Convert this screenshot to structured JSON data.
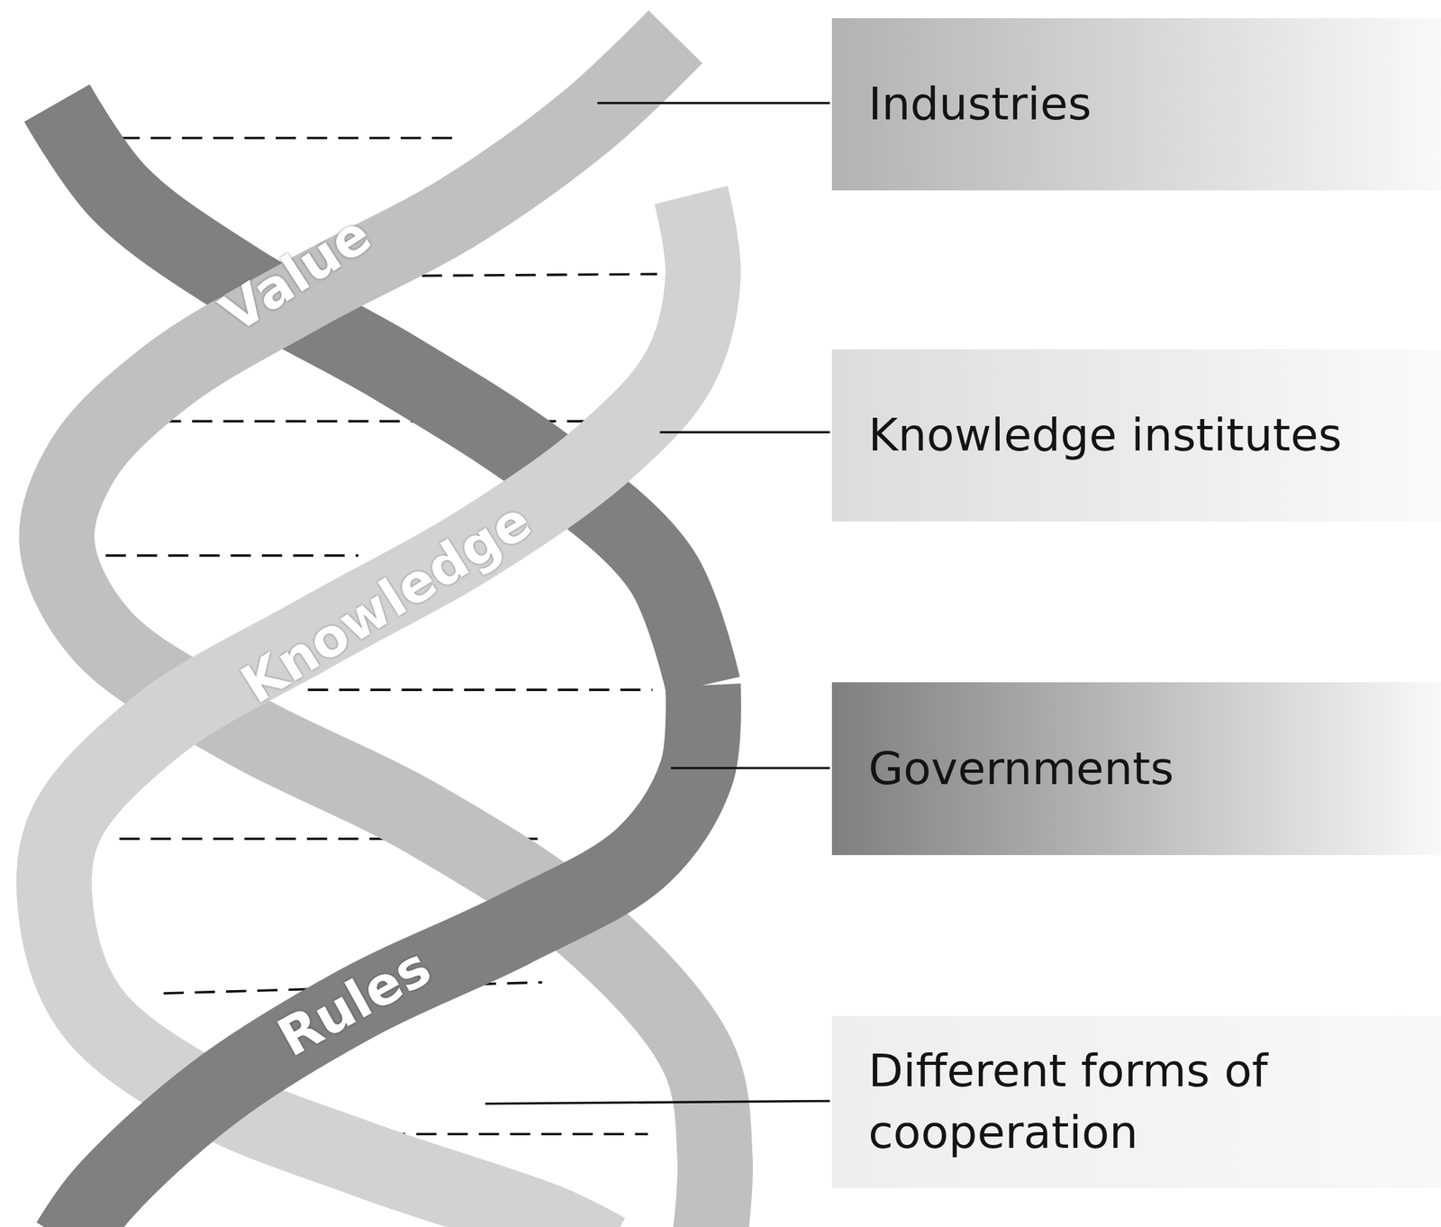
{
  "diagram": {
    "nodes": [
      {
        "text": [
          "Industries"
        ]
      },
      {
        "text": [
          "Knowledge institutes"
        ]
      },
      {
        "text": [
          "Governments"
        ]
      },
      {
        "text": [
          "Different forms of cooperation"
        ]
      }
    ],
    "labels": [
      "Value",
      "Knowledge",
      "Rules"
    ]
  }
}
